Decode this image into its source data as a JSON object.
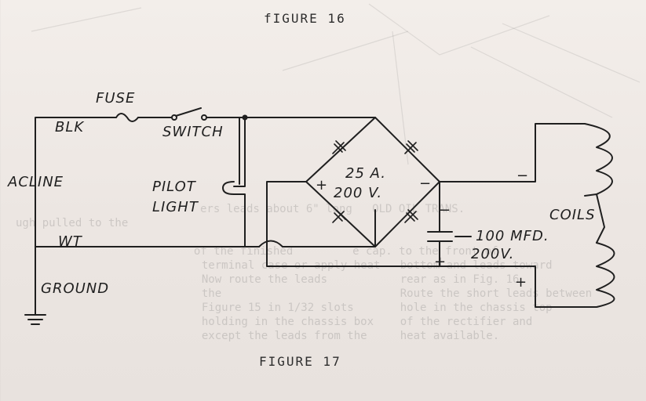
{
  "captions": {
    "top": "fIGURE 16",
    "bottom": "FIGURE 17"
  },
  "labels": {
    "fuse": "FUSE",
    "blk": "BLK",
    "switch": "SWITCH",
    "ac_line": "ACLINE",
    "pilot": "PILOT",
    "light": "LIGHT",
    "wt": "WT",
    "ground": "GROUND",
    "rectifier_current": "25 A.",
    "rectifier_voltage": "200 V.",
    "plus_left": "+",
    "minus_right": "−",
    "minus_output": "−",
    "minus_cap": "−",
    "plus_cap": "+",
    "plus_coil": "+",
    "capacitor_value": "100 MFD.",
    "capacitor_voltage": "200V.",
    "coils": "COILS"
  },
  "bleed_through": {
    "line1": "ers leads about 6\" long   OLD OIL TRANS.",
    "line2": "ugh pulled to the         ",
    "line3": "  of the finished         e cap. to the front of",
    "line4": "  terminal case or apply heat   bottom and leads toward",
    "line5": "  Now route the leads           rear as in Fig. 16.",
    "line6": "  the                           Route the short leads between",
    "line7": "  Figure 15 in 1/32 slots       hole in the chassis top",
    "line8": "  holding in the chassis box    of the rectifier and",
    "line9": "  except the leads from the     heat available."
  }
}
